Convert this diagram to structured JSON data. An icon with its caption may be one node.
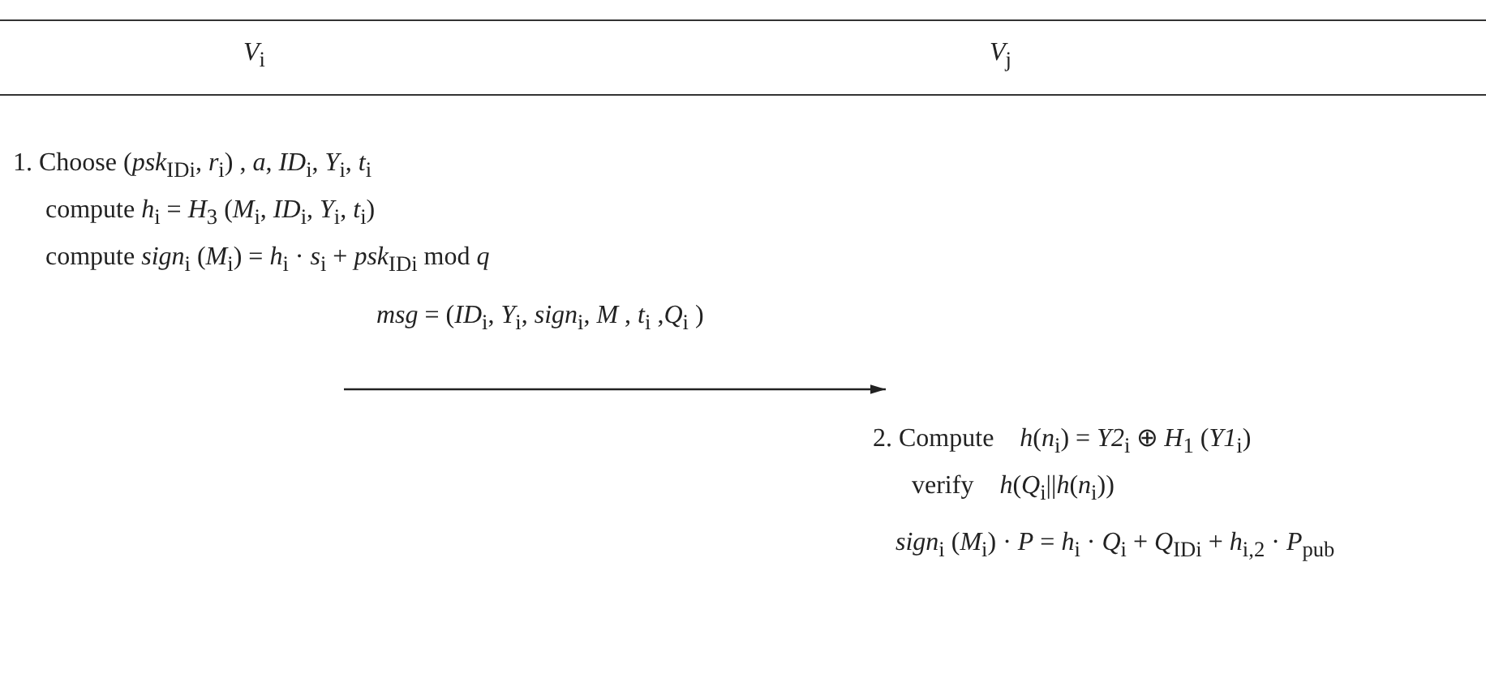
{
  "diagram": {
    "nodes": [
      {
        "text": [
          "1. Choose (*psk*$_{IDi}$, *r*$_{i}$) , *a*, *ID*$_{i}$, *Y*$_{i}$, *t*$_{i}$",
          "compute *h*$_{i}$ = *H*$_{3}$ (*M*$_{i}$, *ID*$_{i}$, *Y*$_{i}$, *t*$_{i}$)",
          "compute *sign*$_{i}$ (*M*$_{i}$) = *h*$_{i}$ · *s*$_{i}$ + *psk*$_{IDi}$ mod *q*"
        ]
      },
      {
        "text": [
          "2. Compute    *h*(*n*$_{i}$) = *Y2*$_{i}$ ⊕ *H*$_{1}$ (*Y1*$_{i}$)",
          "verify    *h*(*Q*$_{i}$||*h*(*n*$_{i}$))",
          "*sign*$_{i}$ (*M*$_{i}$) · *P* = *h*$_{i}$ · *Q*$_{i}$ + *Q*$_{IDi}$ + *h*$_{i,2}$ · *P*$_{pub}$"
        ]
      }
    ],
    "edges": [
      {
        "from": 0,
        "to": 1,
        "arrow": "to",
        "label": "*msg* = (*ID*$_{i}$, *Y*$_{i}$, *sign*$_{i}$, *M* , *t*$_{i}$ ,*Q*$_{i}$ )"
      }
    ],
    "labels": [
      "*V*$_{i}$",
      "*V*$_{j}$"
    ]
  }
}
